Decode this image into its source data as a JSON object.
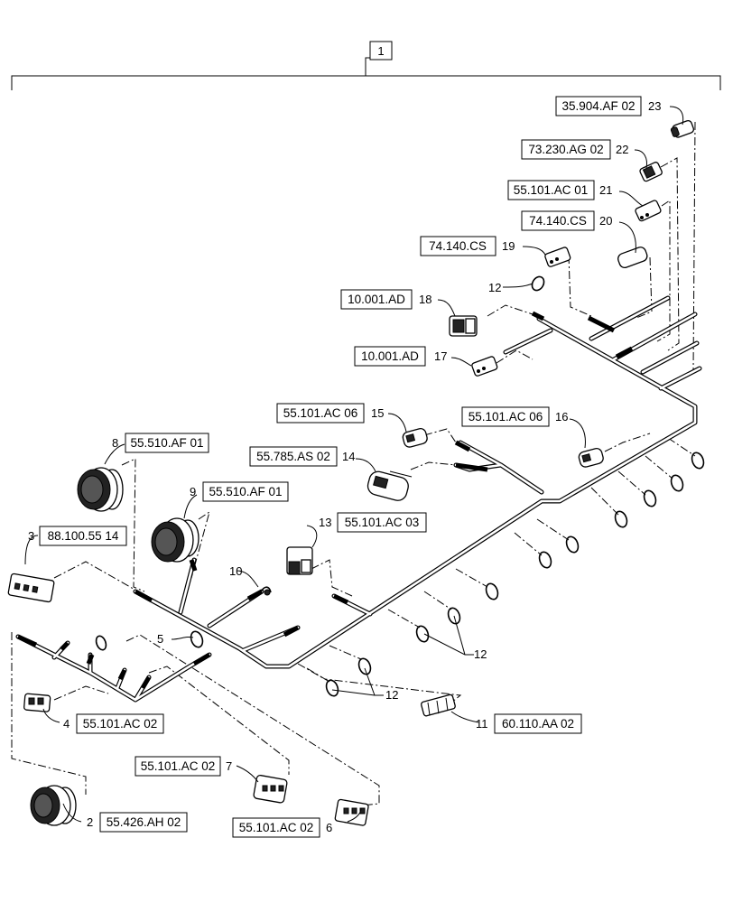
{
  "assembly": {
    "item": "1"
  },
  "callouts": [
    {
      "id": "c1",
      "num": "23",
      "ref": "35.904.AF 02"
    },
    {
      "id": "c2",
      "num": "22",
      "ref": "73.230.AG 02"
    },
    {
      "id": "c3",
      "num": "21",
      "ref": "55.101.AC 01"
    },
    {
      "id": "c4",
      "num": "20",
      "ref": "74.140.CS"
    },
    {
      "id": "c5",
      "num": "19",
      "ref": "74.140.CS"
    },
    {
      "id": "c6",
      "num": "12",
      "ref": ""
    },
    {
      "id": "c7",
      "num": "18",
      "ref": "10.001.AD"
    },
    {
      "id": "c8",
      "num": "17",
      "ref": "10.001.AD"
    },
    {
      "id": "c9",
      "num": "15",
      "ref": "55.101.AC 06"
    },
    {
      "id": "c10",
      "num": "16",
      "ref": "55.101.AC 06"
    },
    {
      "id": "c11",
      "num": "14",
      "ref": "55.785.AS 02"
    },
    {
      "id": "c12",
      "num": "8",
      "ref": "55.510.AF 01"
    },
    {
      "id": "c13",
      "num": "9",
      "ref": "55.510.AF 01"
    },
    {
      "id": "c14",
      "num": "13",
      "ref": "55.101.AC 03"
    },
    {
      "id": "c15",
      "num": "3",
      "ref": "88.100.55 14"
    },
    {
      "id": "c16",
      "num": "10",
      "ref": ""
    },
    {
      "id": "c17",
      "num": "5",
      "ref": ""
    },
    {
      "id": "c18",
      "num": "12",
      "ref": ""
    },
    {
      "id": "c19",
      "num": "12",
      "ref": ""
    },
    {
      "id": "c20",
      "num": "4",
      "ref": "55.101.AC 02"
    },
    {
      "id": "c21",
      "num": "11",
      "ref": "60.110.AA 02"
    },
    {
      "id": "c22",
      "num": "7",
      "ref": "55.101.AC 02"
    },
    {
      "id": "c23",
      "num": "2",
      "ref": "55.426.AH 02"
    },
    {
      "id": "c24",
      "num": "6",
      "ref": "55.101.AC 02"
    }
  ]
}
